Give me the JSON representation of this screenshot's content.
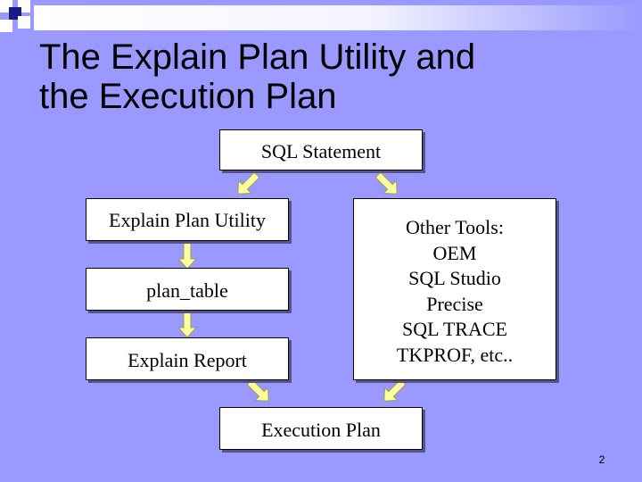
{
  "slide": {
    "title_line1": "The Explain Plan Utility and",
    "title_line2": "the Execution Plan",
    "page_number": "2"
  },
  "colors": {
    "background": "#9999ff",
    "box_fill": "#ffffff",
    "arrow_fill": "#ffff99",
    "arrow_stroke": "#999966",
    "deco_square_navy": "#1a1a80"
  },
  "diagram": {
    "sql_statement": "SQL Statement",
    "explain_plan_utility": "Explain Plan Utility",
    "plan_table": "plan_table",
    "explain_report": "Explain Report",
    "other_tools": {
      "heading": "Other Tools:",
      "items": [
        "OEM",
        "SQL Studio",
        "Precise",
        "SQL TRACE",
        "TKPROF, etc.."
      ]
    },
    "execution_plan": "Execution Plan"
  }
}
